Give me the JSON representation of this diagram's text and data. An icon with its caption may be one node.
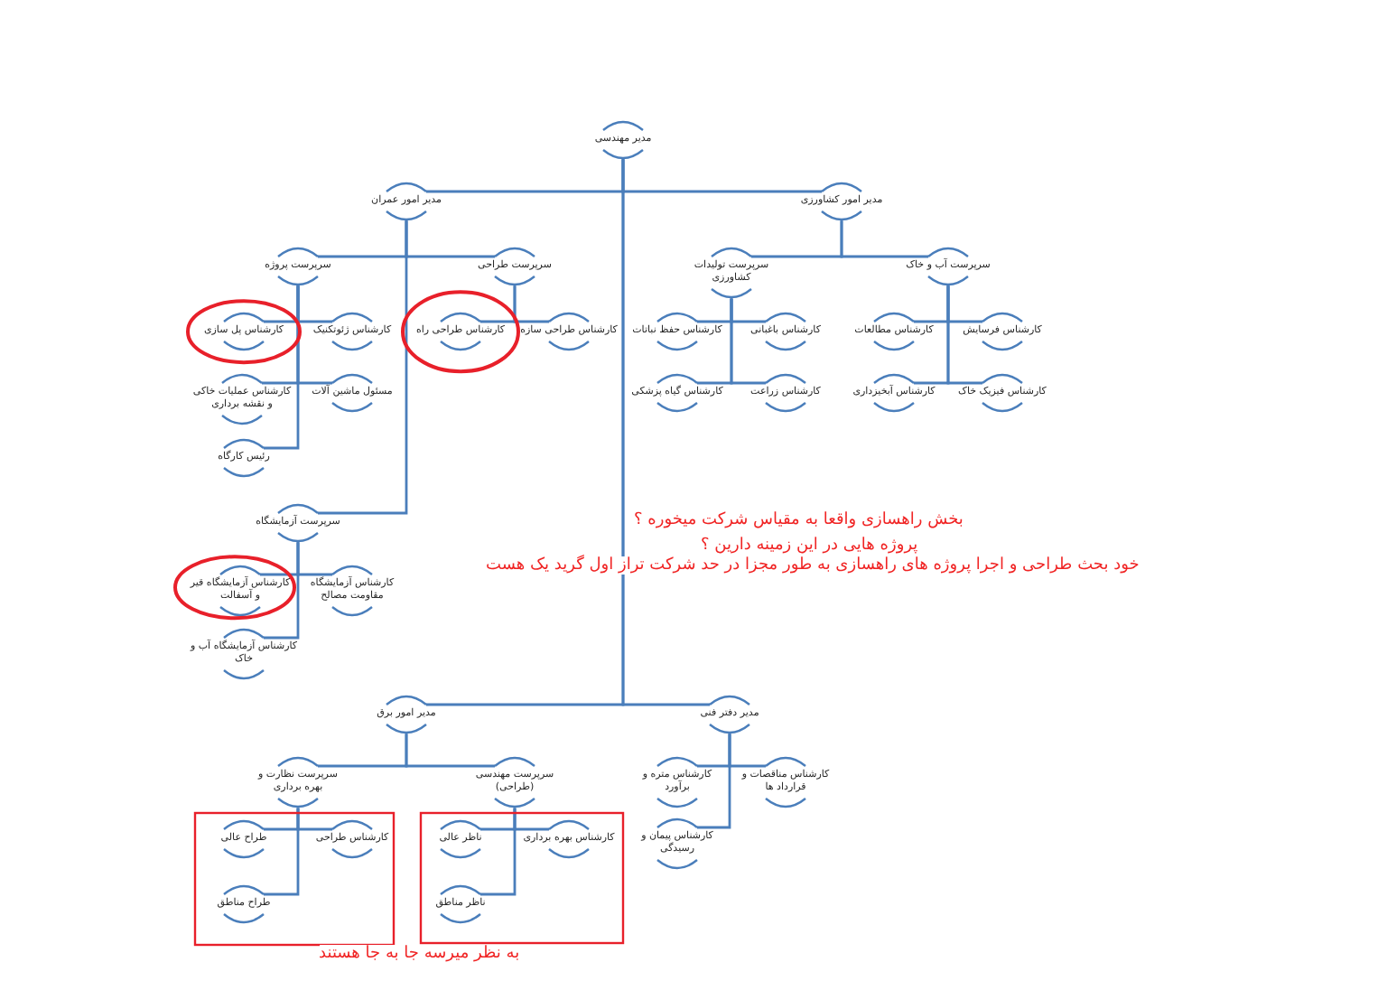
{
  "diagram": {
    "nodes": [
      {
        "text": [
          "مدیر مهندسی"
        ]
      },
      {
        "text": [
          "مدیر امور عمران"
        ]
      },
      {
        "text": [
          "مدیر امور کشاورزی"
        ]
      },
      {
        "text": [
          "سرپرست پروژه"
        ]
      },
      {
        "text": [
          "سرپرست طراحی"
        ]
      },
      {
        "text": [
          "سرپرست تولیدات کشاورزی"
        ]
      },
      {
        "text": [
          "سرپرست آب و خاک"
        ]
      },
      {
        "text": [
          "کارشناس پل سازی"
        ]
      },
      {
        "text": [
          "کارشناس ژئوتکنیک"
        ]
      },
      {
        "text": [
          "کارشناس طراحی راه"
        ]
      },
      {
        "text": [
          "کارشناس طراحی سازه"
        ]
      },
      {
        "text": [
          "کارشناس حفظ نباتات"
        ]
      },
      {
        "text": [
          "کارشناس باغبانی"
        ]
      },
      {
        "text": [
          "کارشناس مطالعات"
        ]
      },
      {
        "text": [
          "کارشناس فرسایش"
        ]
      },
      {
        "text": [
          "کارشناس عملیات خاکی و نقشه برداری"
        ]
      },
      {
        "text": [
          "مسئول ماشین آلات"
        ]
      },
      {
        "text": [
          "کارشناس گیاه پزشکی"
        ]
      },
      {
        "text": [
          "کارشناس زراعت"
        ]
      },
      {
        "text": [
          "کارشناس آبخیزداری"
        ]
      },
      {
        "text": [
          "کارشناس فیزیک خاک"
        ]
      },
      {
        "text": [
          "رئیس کارگاه"
        ]
      },
      {
        "text": [
          "سرپرست آزمایشگاه"
        ]
      },
      {
        "text": [
          "کارشناس آزمایشگاه قیر و آسفالت"
        ]
      },
      {
        "text": [
          "کارشناس آزمایشگاه مقاومت مصالح"
        ]
      },
      {
        "text": [
          "کارشناس آزمایشگاه آب و خاک"
        ]
      },
      {
        "text": [
          "مدیر امور برق"
        ]
      },
      {
        "text": [
          "مدیر دفتر فنی"
        ]
      },
      {
        "text": [
          "سرپرست نظارت و بهره برداری"
        ]
      },
      {
        "text": [
          "سرپرست مهندسی (طراحی)"
        ]
      },
      {
        "text": [
          "کارشناس متره و برآورد"
        ]
      },
      {
        "text": [
          "کارشناس مناقصات و قرارداد ها"
        ]
      },
      {
        "text": [
          "طراح عالی"
        ]
      },
      {
        "text": [
          "کارشناس طراحی"
        ]
      },
      {
        "text": [
          "ناظر عالی"
        ]
      },
      {
        "text": [
          "کارشناس بهره برداری"
        ]
      },
      {
        "text": [
          "کارشناس پیمان و رسیدگی"
        ]
      },
      {
        "text": [
          "طراح مناطق"
        ]
      },
      {
        "text": [
          "ناظر مناطق"
        ]
      }
    ],
    "edges": [
      {
        "from": 0,
        "to": 1,
        "arrow": "none"
      },
      {
        "from": 0,
        "to": 2,
        "arrow": "none"
      },
      {
        "from": 0,
        "to": 26,
        "arrow": "none"
      },
      {
        "from": 0,
        "to": 27,
        "arrow": "none"
      },
      {
        "from": 1,
        "to": 3,
        "arrow": "none"
      },
      {
        "from": 1,
        "to": 4,
        "arrow": "none"
      },
      {
        "from": 1,
        "to": 22,
        "arrow": "none"
      },
      {
        "from": 2,
        "to": 5,
        "arrow": "none"
      },
      {
        "from": 2,
        "to": 6,
        "arrow": "none"
      },
      {
        "from": 3,
        "to": 7,
        "arrow": "none"
      },
      {
        "from": 3,
        "to": 8,
        "arrow": "none"
      },
      {
        "from": 3,
        "to": 15,
        "arrow": "none"
      },
      {
        "from": 3,
        "to": 16,
        "arrow": "none"
      },
      {
        "from": 3,
        "to": 21,
        "arrow": "none"
      },
      {
        "from": 4,
        "to": 9,
        "arrow": "none"
      },
      {
        "from": 4,
        "to": 10,
        "arrow": "none"
      },
      {
        "from": 5,
        "to": 11,
        "arrow": "none"
      },
      {
        "from": 5,
        "to": 12,
        "arrow": "none"
      },
      {
        "from": 5,
        "to": 17,
        "arrow": "none"
      },
      {
        "from": 5,
        "to": 18,
        "arrow": "none"
      },
      {
        "from": 6,
        "to": 13,
        "arrow": "none"
      },
      {
        "from": 6,
        "to": 14,
        "arrow": "none"
      },
      {
        "from": 6,
        "to": 19,
        "arrow": "none"
      },
      {
        "from": 6,
        "to": 20,
        "arrow": "none"
      },
      {
        "from": 22,
        "to": 23,
        "arrow": "none"
      },
      {
        "from": 22,
        "to": 24,
        "arrow": "none"
      },
      {
        "from": 22,
        "to": 25,
        "arrow": "none"
      },
      {
        "from": 26,
        "to": 28,
        "arrow": "none"
      },
      {
        "from": 26,
        "to": 29,
        "arrow": "none"
      },
      {
        "from": 27,
        "to": 30,
        "arrow": "none"
      },
      {
        "from": 27,
        "to": 31,
        "arrow": "none"
      },
      {
        "from": 27,
        "to": 36,
        "arrow": "none"
      },
      {
        "from": 28,
        "to": 32,
        "arrow": "none"
      },
      {
        "from": 28,
        "to": 33,
        "arrow": "none"
      },
      {
        "from": 28,
        "to": 37,
        "arrow": "none"
      },
      {
        "from": 29,
        "to": 34,
        "arrow": "none"
      },
      {
        "from": 29,
        "to": 35,
        "arrow": "none"
      },
      {
        "from": 29,
        "to": 38,
        "arrow": "none"
      }
    ],
    "labels": [
      "بخش راهسازی واقعا به مقیاس شرکت میخوره ؟",
      "پروژه هایی در این زمینه دارین ؟",
      "خود بحث طراحی و اجرا پروژه های راهسازی به طور مجزا در حد شرکت تراز اول گرید یک هست",
      "به نظر میرسه جا به جا هستند"
    ]
  }
}
